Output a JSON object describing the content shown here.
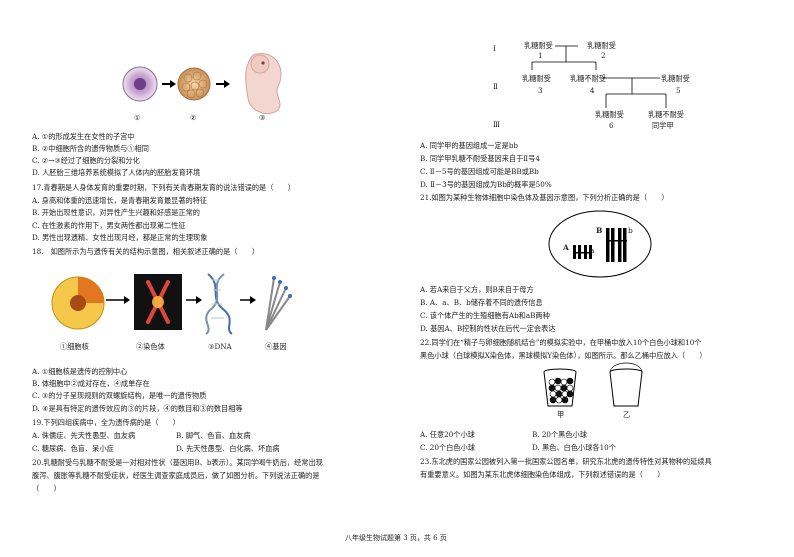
{
  "left": {
    "fig_top_labels": [
      "①",
      "②",
      "③"
    ],
    "q16_options": [
      "A. ①的形成发生在女性的子宫中",
      "B. ②中细胞所含的遗传物质与①相同",
      "C. ②→③经过了细胞的分裂和分化",
      "D. 人胚胎三维培养系统模拟了人体内的胚胎发育环境"
    ],
    "q17_stem": "17.青春期是人身体发育的重要时期，下列有关青春期发育的说法错误的是（　　）",
    "q17_options": [
      "A. 身高和体重的迅速增长，是青春期发育最显著的特征",
      "B. 开始出现性意识，对异性产生兴趣和好感是正常的",
      "C. 在性激素的作用下，男女两性都出现第二性征",
      "D. 男性出现遗精、女性出现月经，都是正常的生理现象"
    ],
    "q18_stem": "18.　如图所示为与遗传有关的结构示意图，相关叙述正确的是（　　）",
    "q18_fig_labels": [
      "①细胞核",
      "②染色体",
      "③DNA",
      "④基因"
    ],
    "q18_options": [
      "A. ①细胞核是遗传的控制中心",
      "B. 体细胞中②成对存在，④成单存在",
      "C. ③的分子呈现规则的双螺旋结构，是唯一的遗传物质",
      "D. ④是具有特定的遗传效应的③的片段，④的数目和③的数目相等"
    ],
    "q19_stem": "19.下列四组疾病中，全为遗传病的是（　　）",
    "q19_options": [
      [
        "A. 侏儒症、先天性愚型、血友病",
        "B. 脚气、色盲、血友病"
      ],
      [
        "C. 糖尿病、色盲、呆小症",
        "D. 先天性愚型、白化病、坏血病"
      ]
    ],
    "q20_lines": [
      "20.乳糖耐受与乳糖不耐受是一对相对性状（基因用B、b表示）。某同学喝牛奶后，经常出现",
      "腹泻、腹胀等乳糖不耐受症状，经医生调查家庭成员后，做了如图分析。下列说法正确的是",
      "（　　）"
    ]
  },
  "right": {
    "pedigree": {
      "gen_labels": [
        "Ⅰ",
        "Ⅱ",
        "Ⅲ"
      ],
      "i1": "乳糖耐受",
      "i1n": "1",
      "i2": "乳糖耐受",
      "i2n": "2",
      "ii3": "乳糖耐受",
      "ii3n": "3",
      "ii4": "乳糖不耐受",
      "ii4n": "4",
      "ii5": "乳糖耐受",
      "ii5n": "5",
      "iii6": "乳糖耐受",
      "iii6n": "6",
      "iii7": "乳糖不耐受",
      "iii7n": "同学甲"
    },
    "q20_options": [
      "A. 同学甲的基因组成一定是bb",
      "B. 同学甲乳糖不耐受基因来自于Ⅱ号4",
      "C. Ⅱ－5号的基因组成可能是BB或Bb",
      "D. Ⅱ－3号的基因组成为Bb的概率是50%"
    ],
    "q21_stem": "21.如图为某种生物体细胞中染色体及基因示意图，下列分析正确的是（　　）",
    "q21_fig_labels": [
      "A",
      "a",
      "B",
      "b"
    ],
    "q21_options": [
      "A. 若A来自于父方，则B来自于母方",
      "B. A、a、B、b储存着不同的遗传信息",
      "C. 该个体产生的生殖细胞有Ab和aB两种",
      "D. 基因A、B控制的性状在后代一定会表达"
    ],
    "q22_lines": [
      "22.同学们在“精子与卵细胞随机结合”的模拟实验中，在甲桶中放入10个白色小球和10个",
      "黑色小球（白球模拟X染色体，黑球模拟Y染色体），如图所示。那么乙桶中应放入（　　）"
    ],
    "q22_fig_labels": [
      "甲",
      "乙"
    ],
    "q22_options": [
      [
        "A. 任意20个小球",
        "B. 20个黑色小球"
      ],
      [
        "C. 20个白色小球",
        "D. 黑色、白色小球各10个"
      ]
    ],
    "q23_lines": [
      "23.东北虎的国家公园被列入第一批国家公园名单，研究东北虎的遗传特性对其物种的延续具",
      "有重要意义。如图为某东北虎体细胞染色体组成，下列叙述错误的是（　　）"
    ]
  },
  "footer": "八年级生物试题第 3 页，共 6 页"
}
